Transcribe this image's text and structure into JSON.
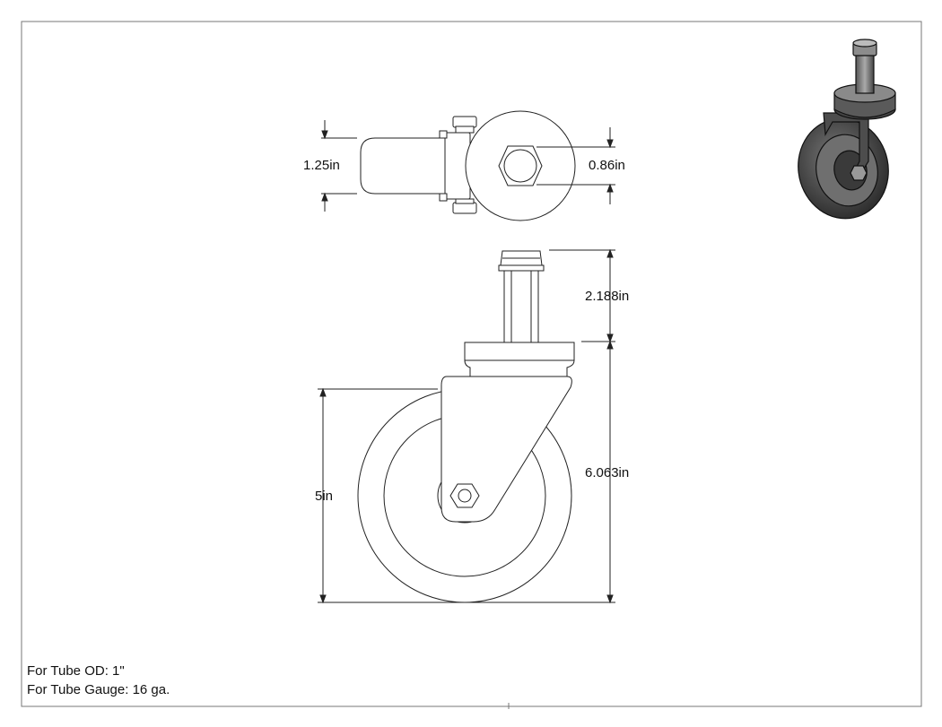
{
  "dimensions": {
    "top_width": "1.25in",
    "stem_diameter": "0.86in",
    "stem_length": "2.188in",
    "wheel_diameter": "5in",
    "overall_height": "6.063in"
  },
  "notes": {
    "tube_od": "For Tube OD: 1\"",
    "tube_gauge": "For Tube Gauge: 16 ga."
  }
}
